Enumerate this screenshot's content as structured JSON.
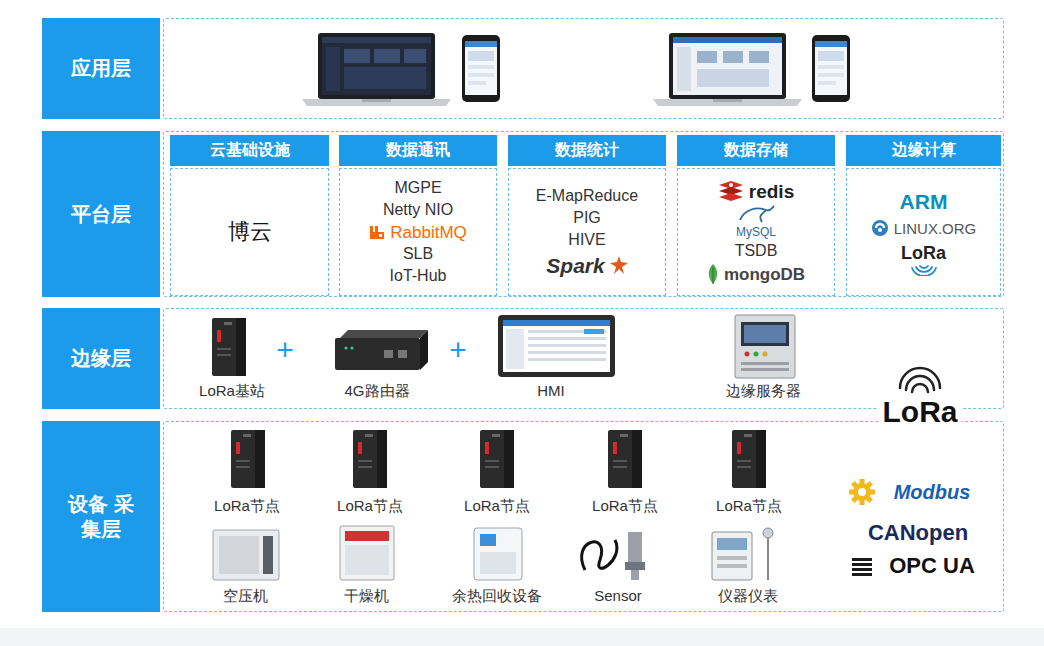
{
  "diagram": {
    "nodes": [
      {
        "text": [
          "应用层"
        ]
      },
      {
        "text": [
          "平台层"
        ]
      },
      {
        "text": [
          "云基础设施",
          "博云"
        ],
        "in": 1
      },
      {
        "text": [
          "数据通讯",
          "MGPE",
          "Netty NIO",
          "RabbitMQ",
          "SLB",
          "IoT-Hub"
        ],
        "in": 1
      },
      {
        "text": [
          "数据统计",
          "E-MapReduce",
          "PIG",
          "HIVE",
          "Spark"
        ],
        "in": 1
      },
      {
        "text": [
          "数据存储",
          "redis",
          "MySQL",
          "TSDB",
          "mongoDB"
        ],
        "in": 1
      },
      {
        "text": [
          "边缘计算",
          "ARM",
          "LINUX.ORG",
          "LoRa"
        ],
        "in": 1
      },
      {
        "text": [
          "边缘层"
        ]
      },
      {
        "text": [
          "设备 采集层"
        ]
      }
    ],
    "labels": [
      "LoRa基站",
      "+",
      "4G路由器",
      "+",
      "HMI",
      "边缘服务器",
      "LoRa",
      "LoRa节点",
      "LoRa节点",
      "LoRa节点",
      "LoRa节点",
      "LoRa节点",
      "空压机",
      "干燥机",
      "余热回收设备",
      "Sensor",
      "仪器仪表",
      "Modbus",
      "CANopen",
      "OPC UA"
    ]
  }
}
